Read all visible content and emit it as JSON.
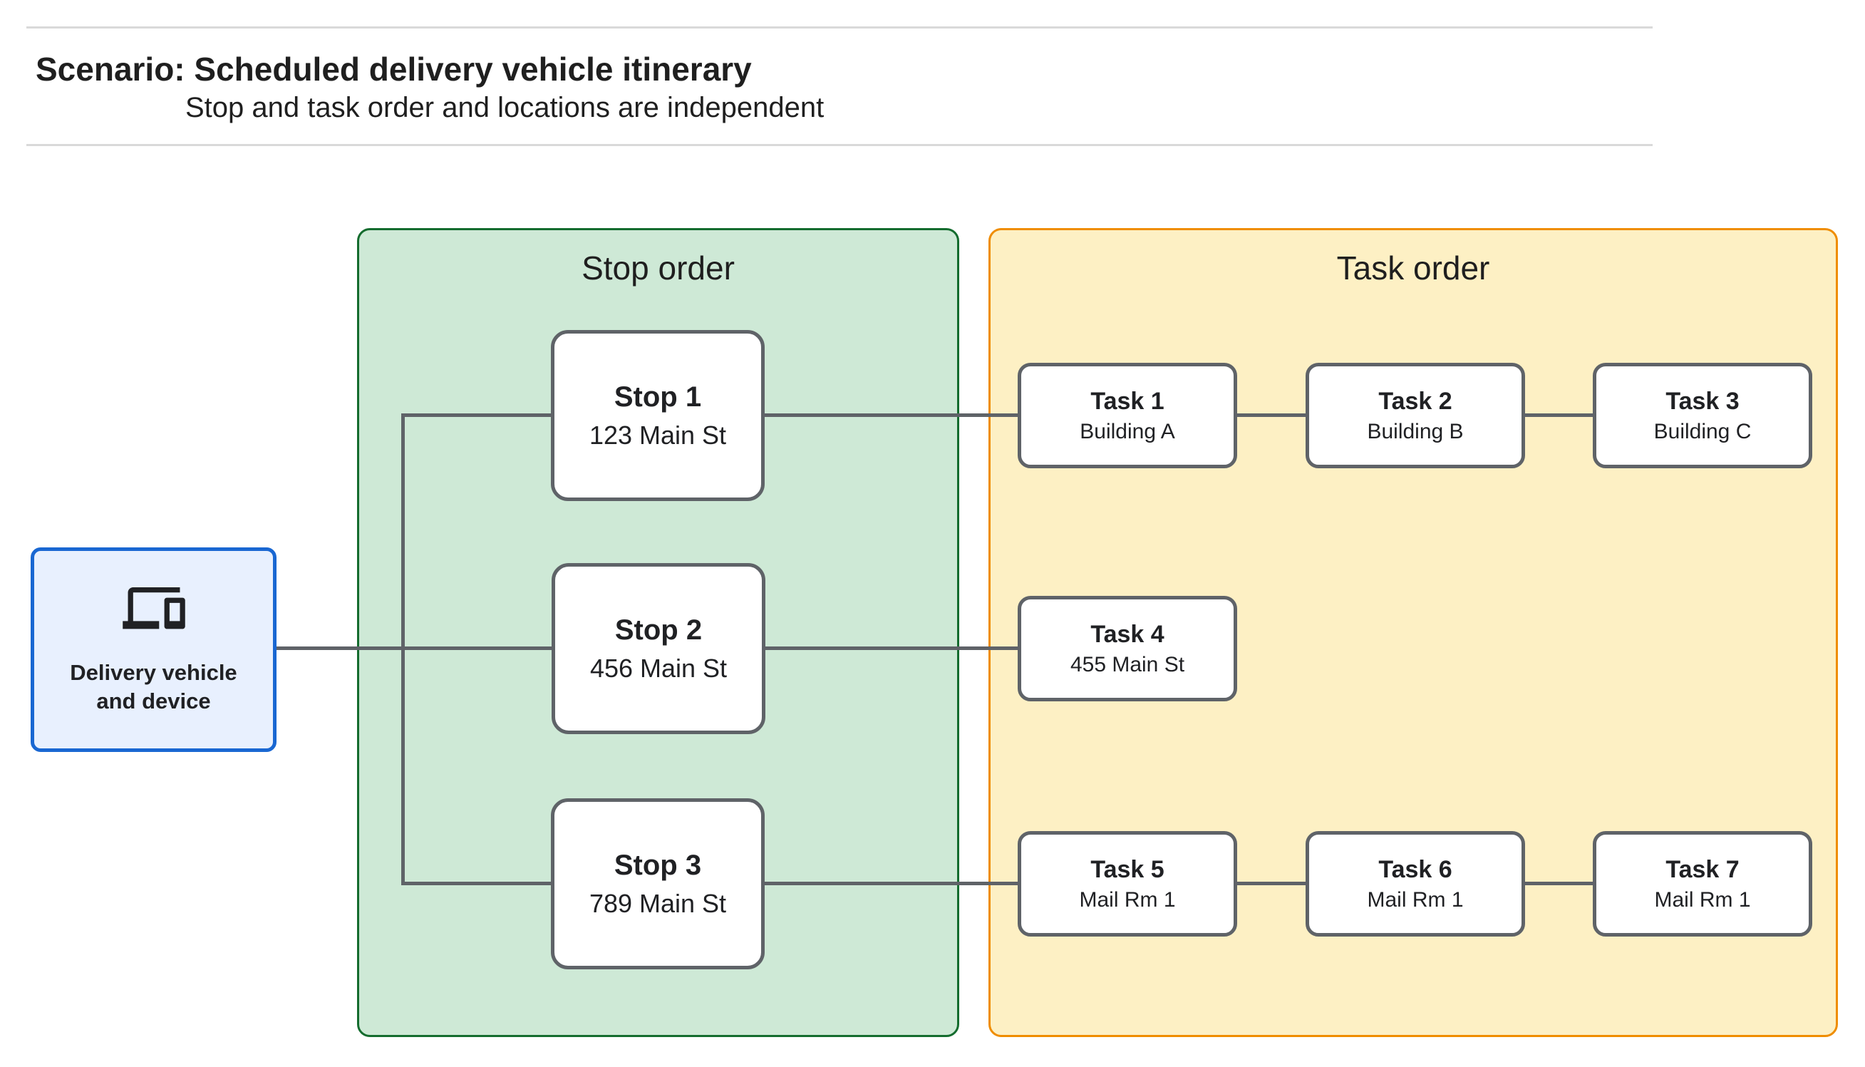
{
  "header": {
    "title": "Scenario: Scheduled delivery vehicle itinerary",
    "subtitle": "Stop and task order and locations are independent"
  },
  "vehicle": {
    "icon": "devices-icon",
    "label_line1": "Delivery vehicle",
    "label_line2": "and device"
  },
  "panels": {
    "stop": {
      "title": "Stop order"
    },
    "task": {
      "title": "Task order"
    }
  },
  "stops": [
    {
      "name": "Stop 1",
      "location": "123 Main St"
    },
    {
      "name": "Stop 2",
      "location": "456 Main St"
    },
    {
      "name": "Stop 3",
      "location": "789 Main St"
    }
  ],
  "task_rows": [
    [
      {
        "name": "Task 1",
        "location": "Building A"
      },
      {
        "name": "Task 2",
        "location": "Building B"
      },
      {
        "name": "Task 3",
        "location": "Building C"
      }
    ],
    [
      {
        "name": "Task 4",
        "location": "455 Main St"
      }
    ],
    [
      {
        "name": "Task 5",
        "location": "Mail Rm 1"
      },
      {
        "name": "Task 6",
        "location": "Mail Rm 1"
      },
      {
        "name": "Task 7",
        "location": "Mail Rm 1"
      }
    ]
  ],
  "colors": {
    "stop_panel_fill": "#cee9d6",
    "stop_panel_border": "#146c2e",
    "task_panel_fill": "#fdf0c4",
    "task_panel_border": "#ef8d00",
    "vehicle_fill": "#e8f0fe",
    "vehicle_border": "#1967d2",
    "node_border": "#5f6368",
    "connector": "#5f6368",
    "text": "#202124",
    "hairline": "#d9d9d9"
  }
}
